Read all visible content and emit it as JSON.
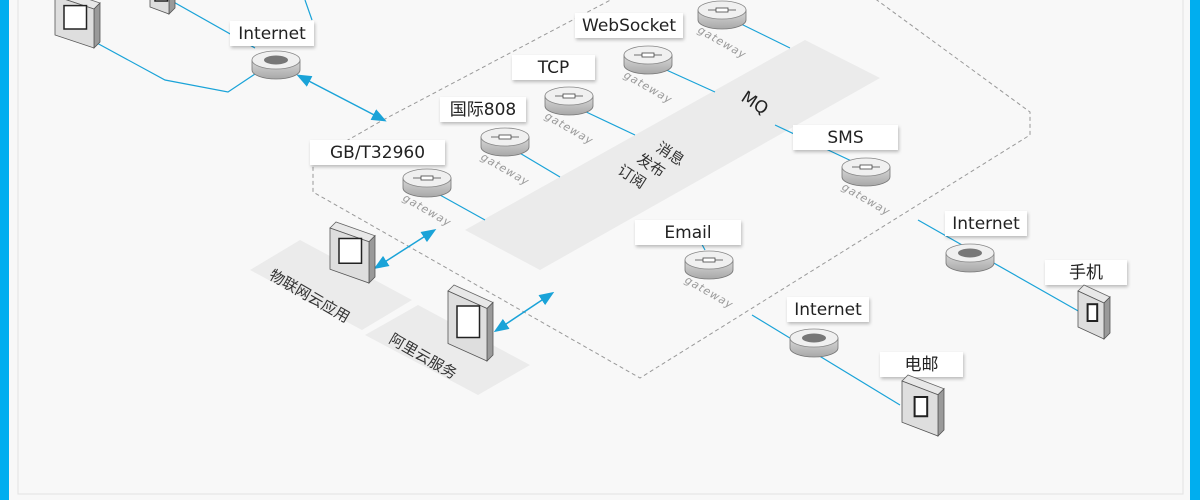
{
  "colors": {
    "accent": "#00aeef",
    "link": "#1aa3d8",
    "background": "#f8f8f8"
  },
  "internet_top": "Internet",
  "internet_right": "Internet",
  "internet_bottom": "Internet",
  "mq": {
    "label": "MQ",
    "pubsub_line1": "消息",
    "pubsub_line2": "发布",
    "pubsub_line3": "订阅"
  },
  "gateways": [
    {
      "protocol": "GB/T32960",
      "caption": "gateway"
    },
    {
      "protocol": "国际808",
      "caption": "gateway"
    },
    {
      "protocol": "TCP",
      "caption": "gateway"
    },
    {
      "protocol": "WebSocket",
      "caption": "gateway"
    },
    {
      "protocol": "",
      "caption": "gateway"
    },
    {
      "protocol": "SMS",
      "caption": "gateway"
    },
    {
      "protocol": "Email",
      "caption": "gateway"
    }
  ],
  "endpoints": {
    "phone": "手机",
    "email": "电邮"
  },
  "platforms": {
    "iot_app": "物联网云应用",
    "aliyun": "阿里云服务"
  },
  "icons": {
    "router": "router-icon",
    "server": "server-icon",
    "phone": "phone-icon"
  }
}
